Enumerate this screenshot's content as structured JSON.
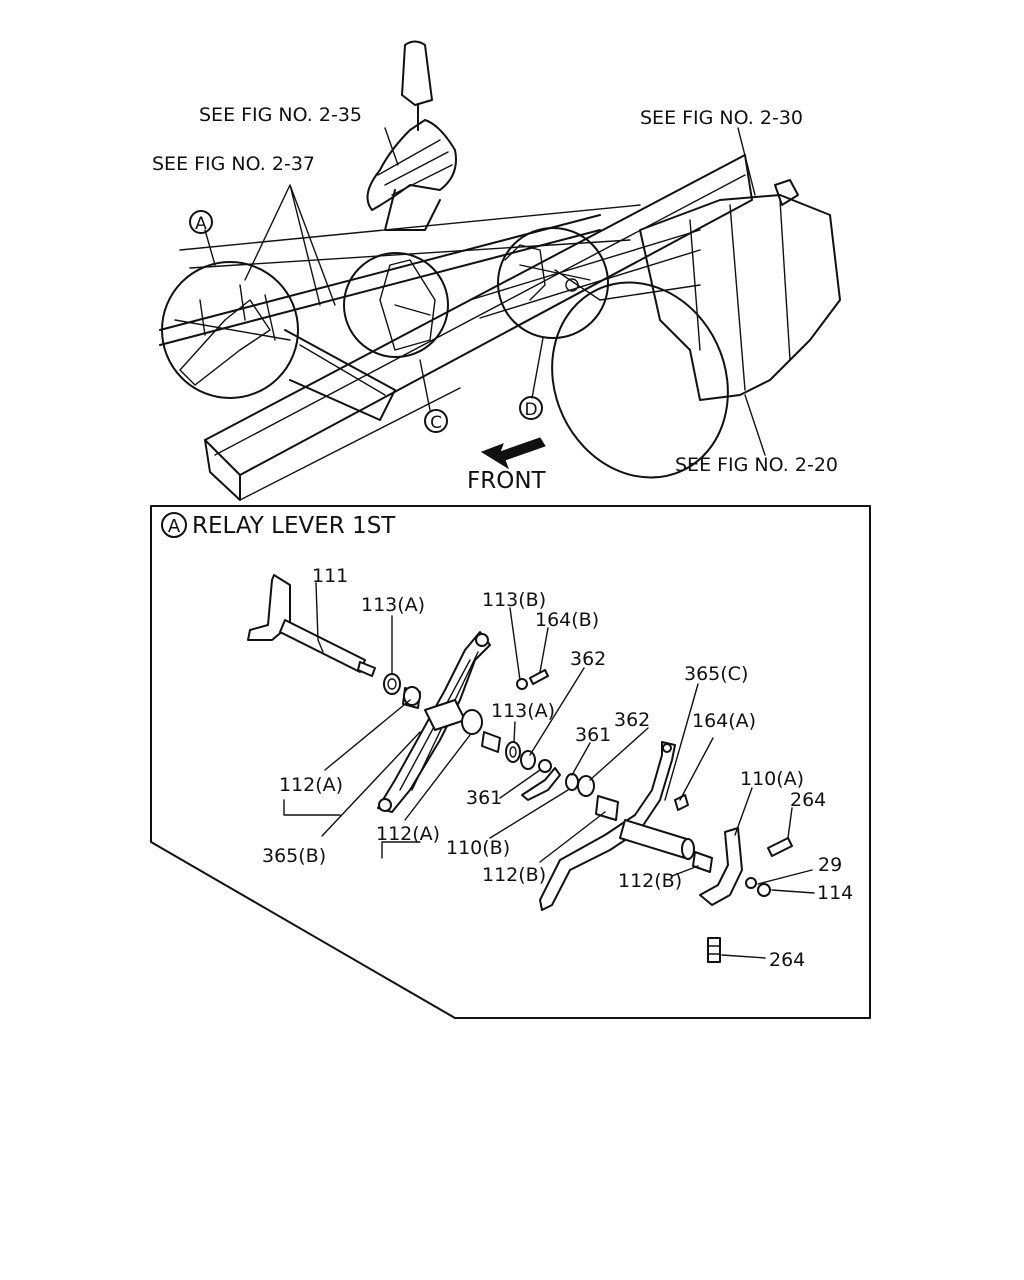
{
  "overview": {
    "refs": {
      "fig_2_35": "SEE FIG NO. 2-35",
      "fig_2_37": "SEE FIG NO. 2-37",
      "fig_2_30": "SEE FIG NO. 2-30",
      "fig_2_20": "SEE FIG NO. 2-20"
    },
    "callouts": {
      "a": "A",
      "c": "C",
      "d": "D"
    },
    "front_label": "FRONT"
  },
  "detail": {
    "marker": "A",
    "title": "RELAY LEVER 1ST",
    "parts": {
      "p111": "111",
      "p113a_1": "113(A)",
      "p113b": "113(B)",
      "p164b": "164(B)",
      "p362_1": "362",
      "p113a_2": "113(A)",
      "p365c": "365(C)",
      "p164a": "164(A)",
      "p362_2": "362",
      "p361_1": "361",
      "p361_2": "361",
      "p110a": "110(A)",
      "p264_1": "264",
      "p112a_1": "112(A)",
      "p112a_2": "112(A)",
      "p365b": "365(B)",
      "p110b": "110(B)",
      "p112b_1": "112(B)",
      "p112b_2": "112(B)",
      "p29": "29",
      "p114": "114",
      "p264_2": "264"
    }
  }
}
